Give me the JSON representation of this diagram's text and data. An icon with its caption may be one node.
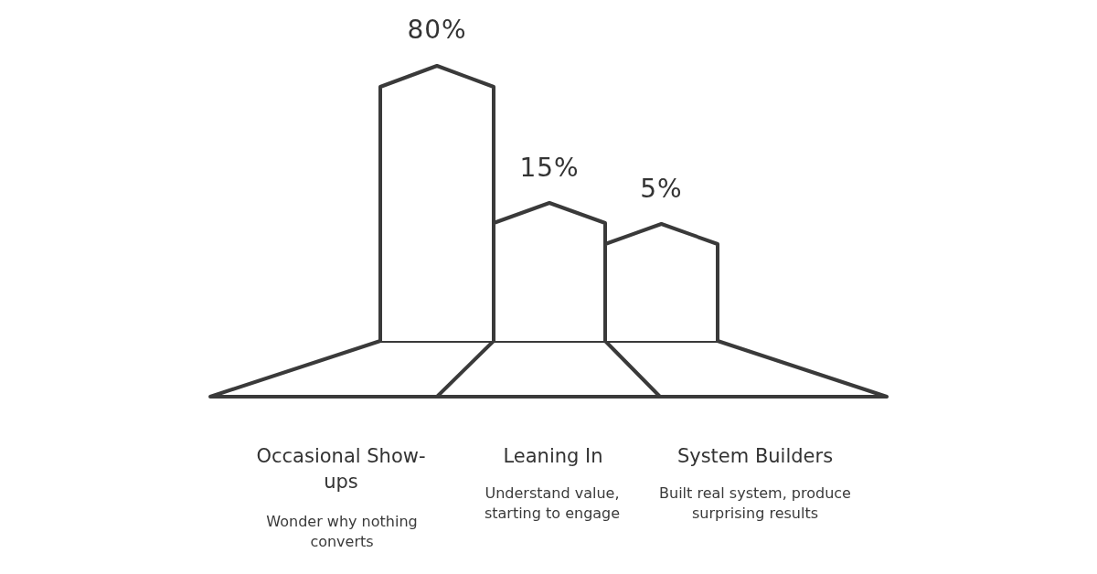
{
  "diagram": {
    "nodes": [
      {
        "text": [
          "80%"
        ],
        "beside": [
          "Occasional Show-ups",
          "Wonder why nothing converts"
        ]
      },
      {
        "text": [
          "15%"
        ],
        "beside": [
          "Leaning In",
          "Understand value, starting to engage"
        ]
      },
      {
        "text": [
          "5%"
        ],
        "beside": [
          "System Builders",
          "Built real system, produce surprising results"
        ]
      }
    ]
  }
}
